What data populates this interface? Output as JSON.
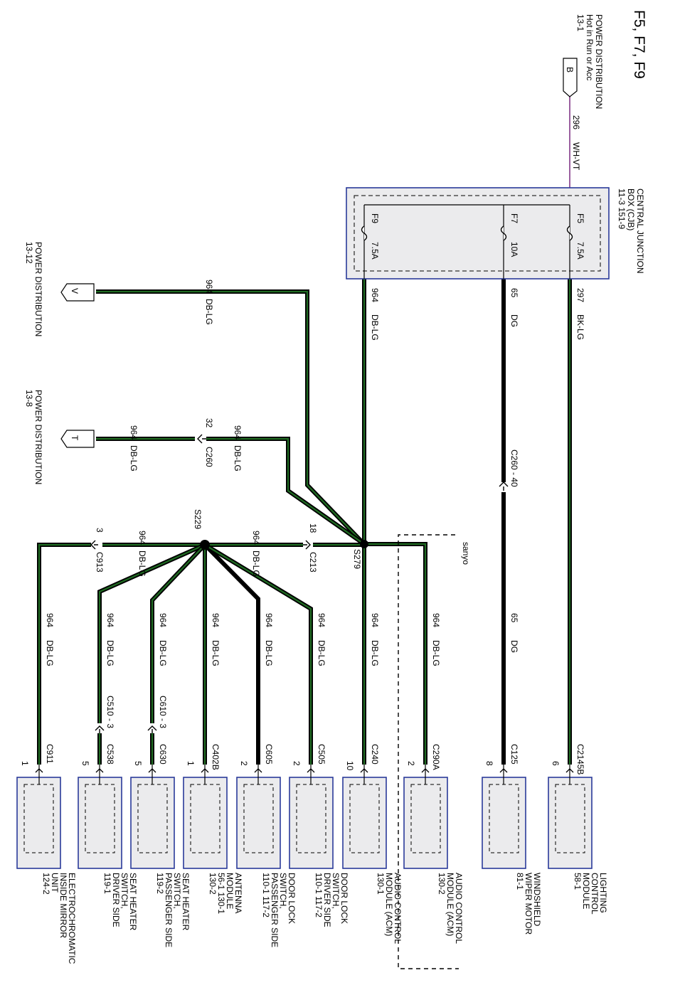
{
  "title": "F5, F7, F9",
  "top_source": {
    "line1": "POWER DISTRIBUTION",
    "line2": "Hot in Run or Acc",
    "line3": "13-1",
    "connector": "B",
    "circuit": "296",
    "color": "WH-VT"
  },
  "cjb": {
    "line1": "CENTRAL JUNCTION",
    "line2": "BOX (CJB)",
    "line3": "11-3  151-9"
  },
  "fuses": [
    {
      "id": "F5",
      "rating": "7.5A",
      "circuit": "297",
      "color": "BK-LG"
    },
    {
      "id": "F7",
      "rating": "10A",
      "circuit": "65",
      "color": "DG"
    },
    {
      "id": "F9",
      "rating": "7.5A",
      "circuit": "964",
      "color": "DB-LG"
    }
  ],
  "pd_v": {
    "line1": "POWER DISTRIBUTION",
    "line2": "13-12",
    "connector": "V",
    "circuit": "964",
    "color": "DB-LG"
  },
  "pd_t": {
    "line1": "POWER DISTRIBUTION",
    "line2": "13-8",
    "connector": "T",
    "circuit_left": "964",
    "color_left": "DB-LG",
    "circuit_right": "964",
    "color_right": "DB-LG",
    "conn_pin": "32",
    "conn": "C260"
  },
  "c260_40": "C260 - 40",
  "splices": {
    "s279": "S279",
    "s229": "S229"
  },
  "c213": {
    "pin": "18",
    "conn": "C213"
  },
  "c913": {
    "pin": "3",
    "conn": "C913"
  },
  "mid_circuit": {
    "a": "964",
    "b": "DB-LG",
    "c": "964",
    "d": "DB-LG"
  },
  "sanyo": "sanyo",
  "branches": [
    {
      "circuit": "964",
      "color": "DB-LG",
      "conn": "C911",
      "pin": "1",
      "inline": "",
      "name1": "ELECTROCHROMATIC",
      "name2": "INSIDE MIRROR",
      "name3": "UNIT",
      "name4": "124-2"
    },
    {
      "circuit": "964",
      "color": "DB-LG",
      "conn": "C538",
      "pin": "5",
      "inline": "C510 - 3",
      "name1": "SEAT HEATER",
      "name2": "SWITCH,",
      "name3": "DRIVER SIDE",
      "name4": "119-1"
    },
    {
      "circuit": "964",
      "color": "DB-LG",
      "conn": "C630",
      "pin": "5",
      "inline": "C610 - 3",
      "name1": "SEAT HEATER",
      "name2": "SWITCH,",
      "name3": "PASSENGER SIDE",
      "name4": "119-2"
    },
    {
      "circuit": "964",
      "color": "DB-LG",
      "conn": "C402B",
      "pin": "1",
      "inline": "",
      "name1": "ANTENNA",
      "name2": "MODULE",
      "name3": "56-1   130-1",
      "name4": "130-2"
    },
    {
      "circuit": "964",
      "color": "DB-LG",
      "conn": "C605",
      "pin": "2",
      "inline": "",
      "name1": "DOOR LOCK",
      "name2": "SWITCH,",
      "name3": "PASSENGER SIDE",
      "name4": "110-1   117-2"
    },
    {
      "circuit": "964",
      "color": "DB-LG",
      "conn": "C505",
      "pin": "2",
      "inline": "",
      "name1": "DOOR LOCK",
      "name2": "SWITCH,",
      "name3": "DRIVER SIDE",
      "name4": "110-1   117-2"
    },
    {
      "circuit": "964",
      "color": "DB-LG",
      "conn": "C240",
      "pin": "10",
      "inline": "",
      "name1": "AUDIO CONTROL",
      "name2": "MODULE (ACM)",
      "name3": "130-1",
      "name4": ""
    },
    {
      "circuit": "964",
      "color": "DB-LG",
      "conn": "C290A",
      "pin": "2",
      "inline": "",
      "name1": "AUDIO CONTROL",
      "name2": "MODULE (ACM)",
      "name3": "130-2",
      "name4": ""
    },
    {
      "circuit": "65",
      "color": "DG",
      "conn": "C125",
      "pin": "8",
      "inline": "",
      "name1": "WINDSHIELD",
      "name2": "WIPER MOTOR",
      "name3": "81-1",
      "name4": ""
    },
    {
      "circuit": "",
      "color": "",
      "conn": "C2145B",
      "pin": "6",
      "inline": "",
      "name1": "LIGHTING",
      "name2": "CONTROL",
      "name3": "MODULE",
      "name4": "58-1"
    }
  ],
  "colors": {
    "green": "#1f6b22",
    "wire": "#000000",
    "box_border": "#2a3a9a",
    "box_fill": "#ebebed",
    "violet": "#9b5fa0"
  }
}
